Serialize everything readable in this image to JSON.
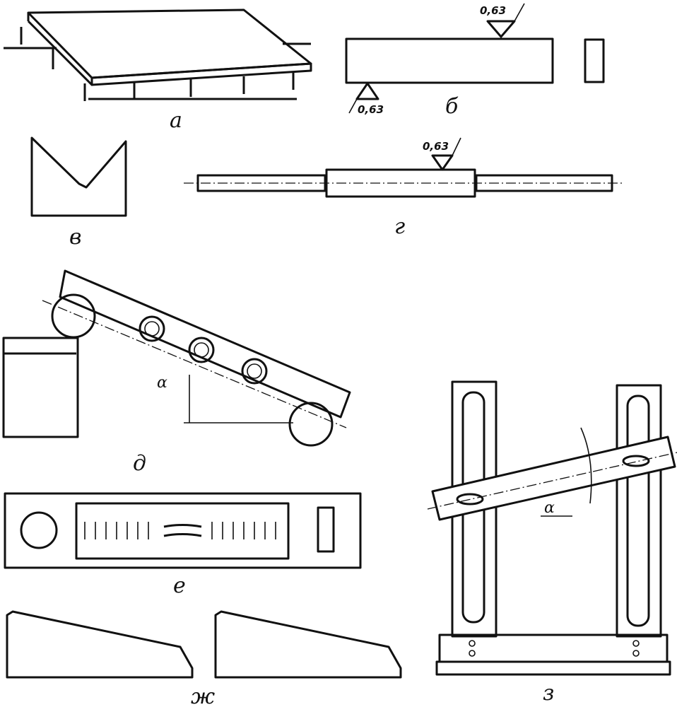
{
  "figure_labels": {
    "a": "а",
    "b": "б",
    "v": "в",
    "g": "г",
    "d": "д",
    "e": "е",
    "zh": "ж",
    "z": "з"
  },
  "roughness": {
    "b_top": "0,63",
    "b_bottom": "0,63",
    "g_top": "0,63"
  },
  "angles": {
    "d": "α",
    "z": "α"
  }
}
